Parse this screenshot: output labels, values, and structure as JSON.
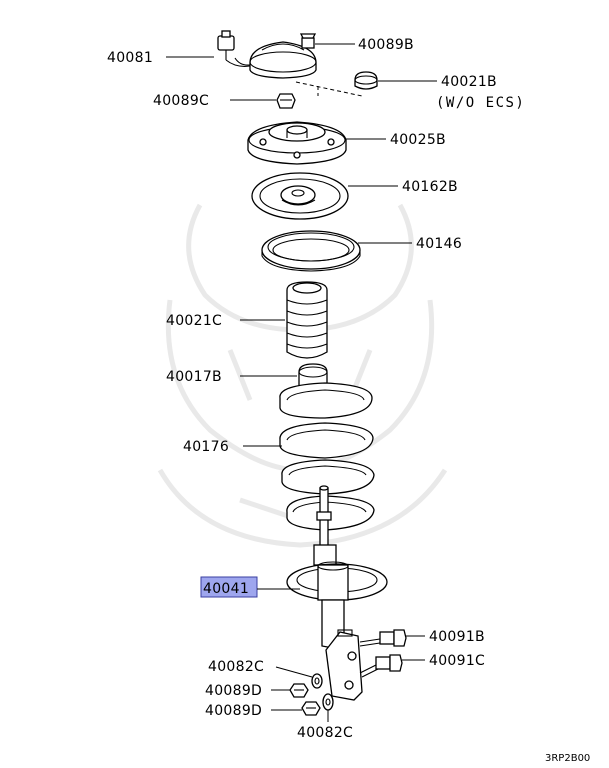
{
  "labels": {
    "p40081": "40081",
    "p40089B": "40089B",
    "p40021B": "40021B",
    "note_wo_ecs": "(W/O ECS)",
    "p40089C": "40089C",
    "p40025B": "40025B",
    "p40162B": "40162B",
    "p40146": "40146",
    "p40021C": "40021C",
    "p40017B": "40017B",
    "p40176": "40176",
    "p40041": "40041",
    "p40091B": "40091B",
    "p40091C": "40091C",
    "p40082C_left": "40082C",
    "p40089D_upper": "40089D",
    "p40089D_lower": "40089D",
    "p40082C_bottom": "40082C",
    "diagram_code": "3RP2B00"
  },
  "highlight": {
    "part": "40041",
    "color": "#9ea6ee"
  }
}
